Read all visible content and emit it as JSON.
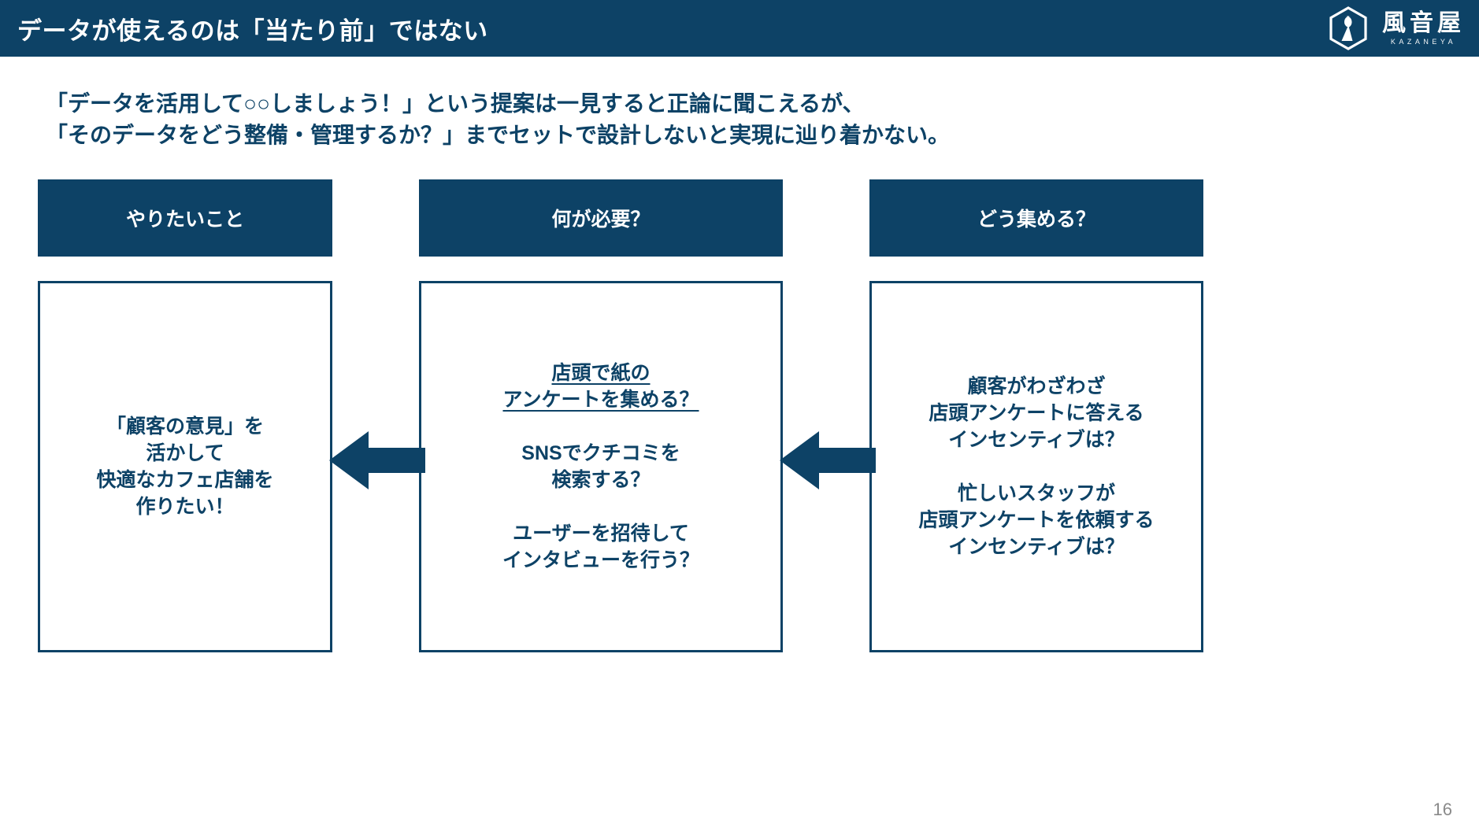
{
  "slide": {
    "title": "データが使えるのは「当たり前」ではない",
    "page_number": "16",
    "accent_color": "#0d4266",
    "background_color": "#ffffff",
    "title_text_color": "#ffffff"
  },
  "logo": {
    "japanese": "風音屋",
    "romaji": "KAZANEYA",
    "mark": "hexagon-wind-chime-icon"
  },
  "lead": {
    "text": "「データを活用して○○しましょう！」という提案は一見すると正論に聞こえるが、\n「そのデータをどう整備・管理するか？」までセットで設計しないと実現に辿り着かない。"
  },
  "columns": [
    {
      "id": "yaritai-koto",
      "header": "やりたいこと",
      "items": [
        {
          "text": "「顧客の意見」を\n活かして\n快適なカフェ店舗を\n作りたい！",
          "underlined": false
        }
      ]
    },
    {
      "id": "nani-ga-hitsuyou",
      "header": "何が必要？",
      "items": [
        {
          "text": "店頭で紙の\nアンケートを集める？",
          "underlined": true
        },
        {
          "text": "SNSでクチコミを\n検索する？",
          "underlined": false
        },
        {
          "text": "ユーザーを招待して\nインタビューを行う？",
          "underlined": false
        }
      ]
    },
    {
      "id": "dou-atsumeru",
      "header": "どう集める？",
      "items": [
        {
          "text": "顧客がわざわざ\n店頭アンケートに答える\nインセンティブは？",
          "underlined": false
        },
        {
          "text": "忙しいスタッフが\n店頭アンケートを依頼する\nインセンティブは？",
          "underlined": false
        }
      ]
    }
  ],
  "arrows": [
    {
      "id": "arrow-mid-to-left",
      "direction": "left"
    },
    {
      "id": "arrow-right-to-mid",
      "direction": "left"
    }
  ]
}
